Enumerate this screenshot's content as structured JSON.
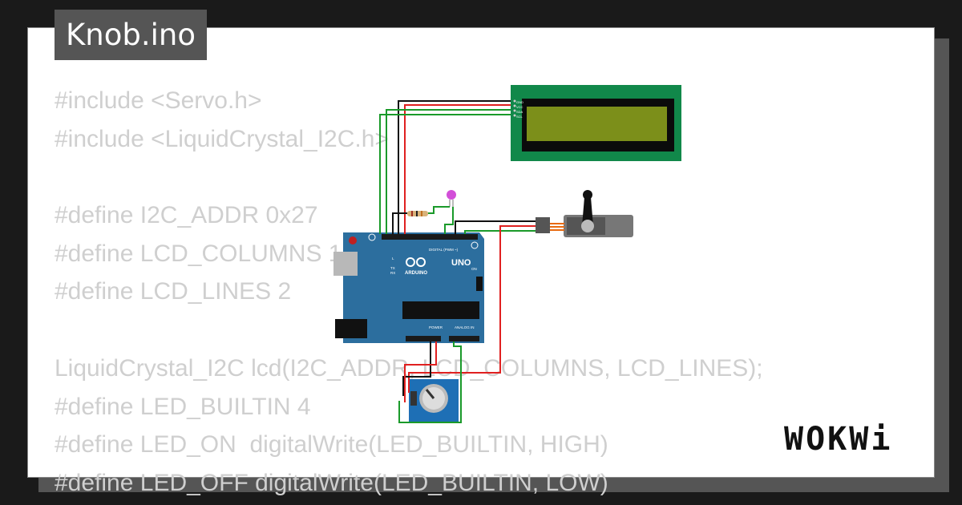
{
  "title": "Knob.ino",
  "code_lines": [
    "#include <Servo.h>",
    "#include <LiquidCrystal_I2C.h>",
    "",
    "#define I2C_ADDR 0x27",
    "#define LCD_COLUMNS 16",
    "#define LCD_LINES 2",
    "",
    "LiquidCrystal_I2C lcd(I2C_ADDR, LCD_COLUMNS, LCD_LINES);",
    "#define LED_BUILTIN 4",
    "#define LED_ON  digitalWrite(LED_BUILTIN, HIGH)",
    "#define LED_OFF digitalWrite(LED_BUILTIN, LOW)"
  ],
  "board": {
    "brand": "ARDUINO",
    "model": "UNO",
    "digital_label": "DIGITAL (PWM ~)",
    "power_label": "POWER",
    "analog_label": "ANALOG IN",
    "tx": "TX",
    "rx": "RX",
    "l": "L",
    "on": "ON"
  },
  "lcd_pins": [
    "GND",
    "VCC",
    "SDA",
    "SCL"
  ],
  "logo": "WOKWi",
  "colors": {
    "board": "#2c6e9e",
    "lcd_pcb": "#11884a",
    "lcd_screen": "#7c8f1a",
    "wire_black": "#111111",
    "wire_red": "#e02020",
    "wire_green": "#1a9a2a",
    "led": "#d24fd8"
  }
}
